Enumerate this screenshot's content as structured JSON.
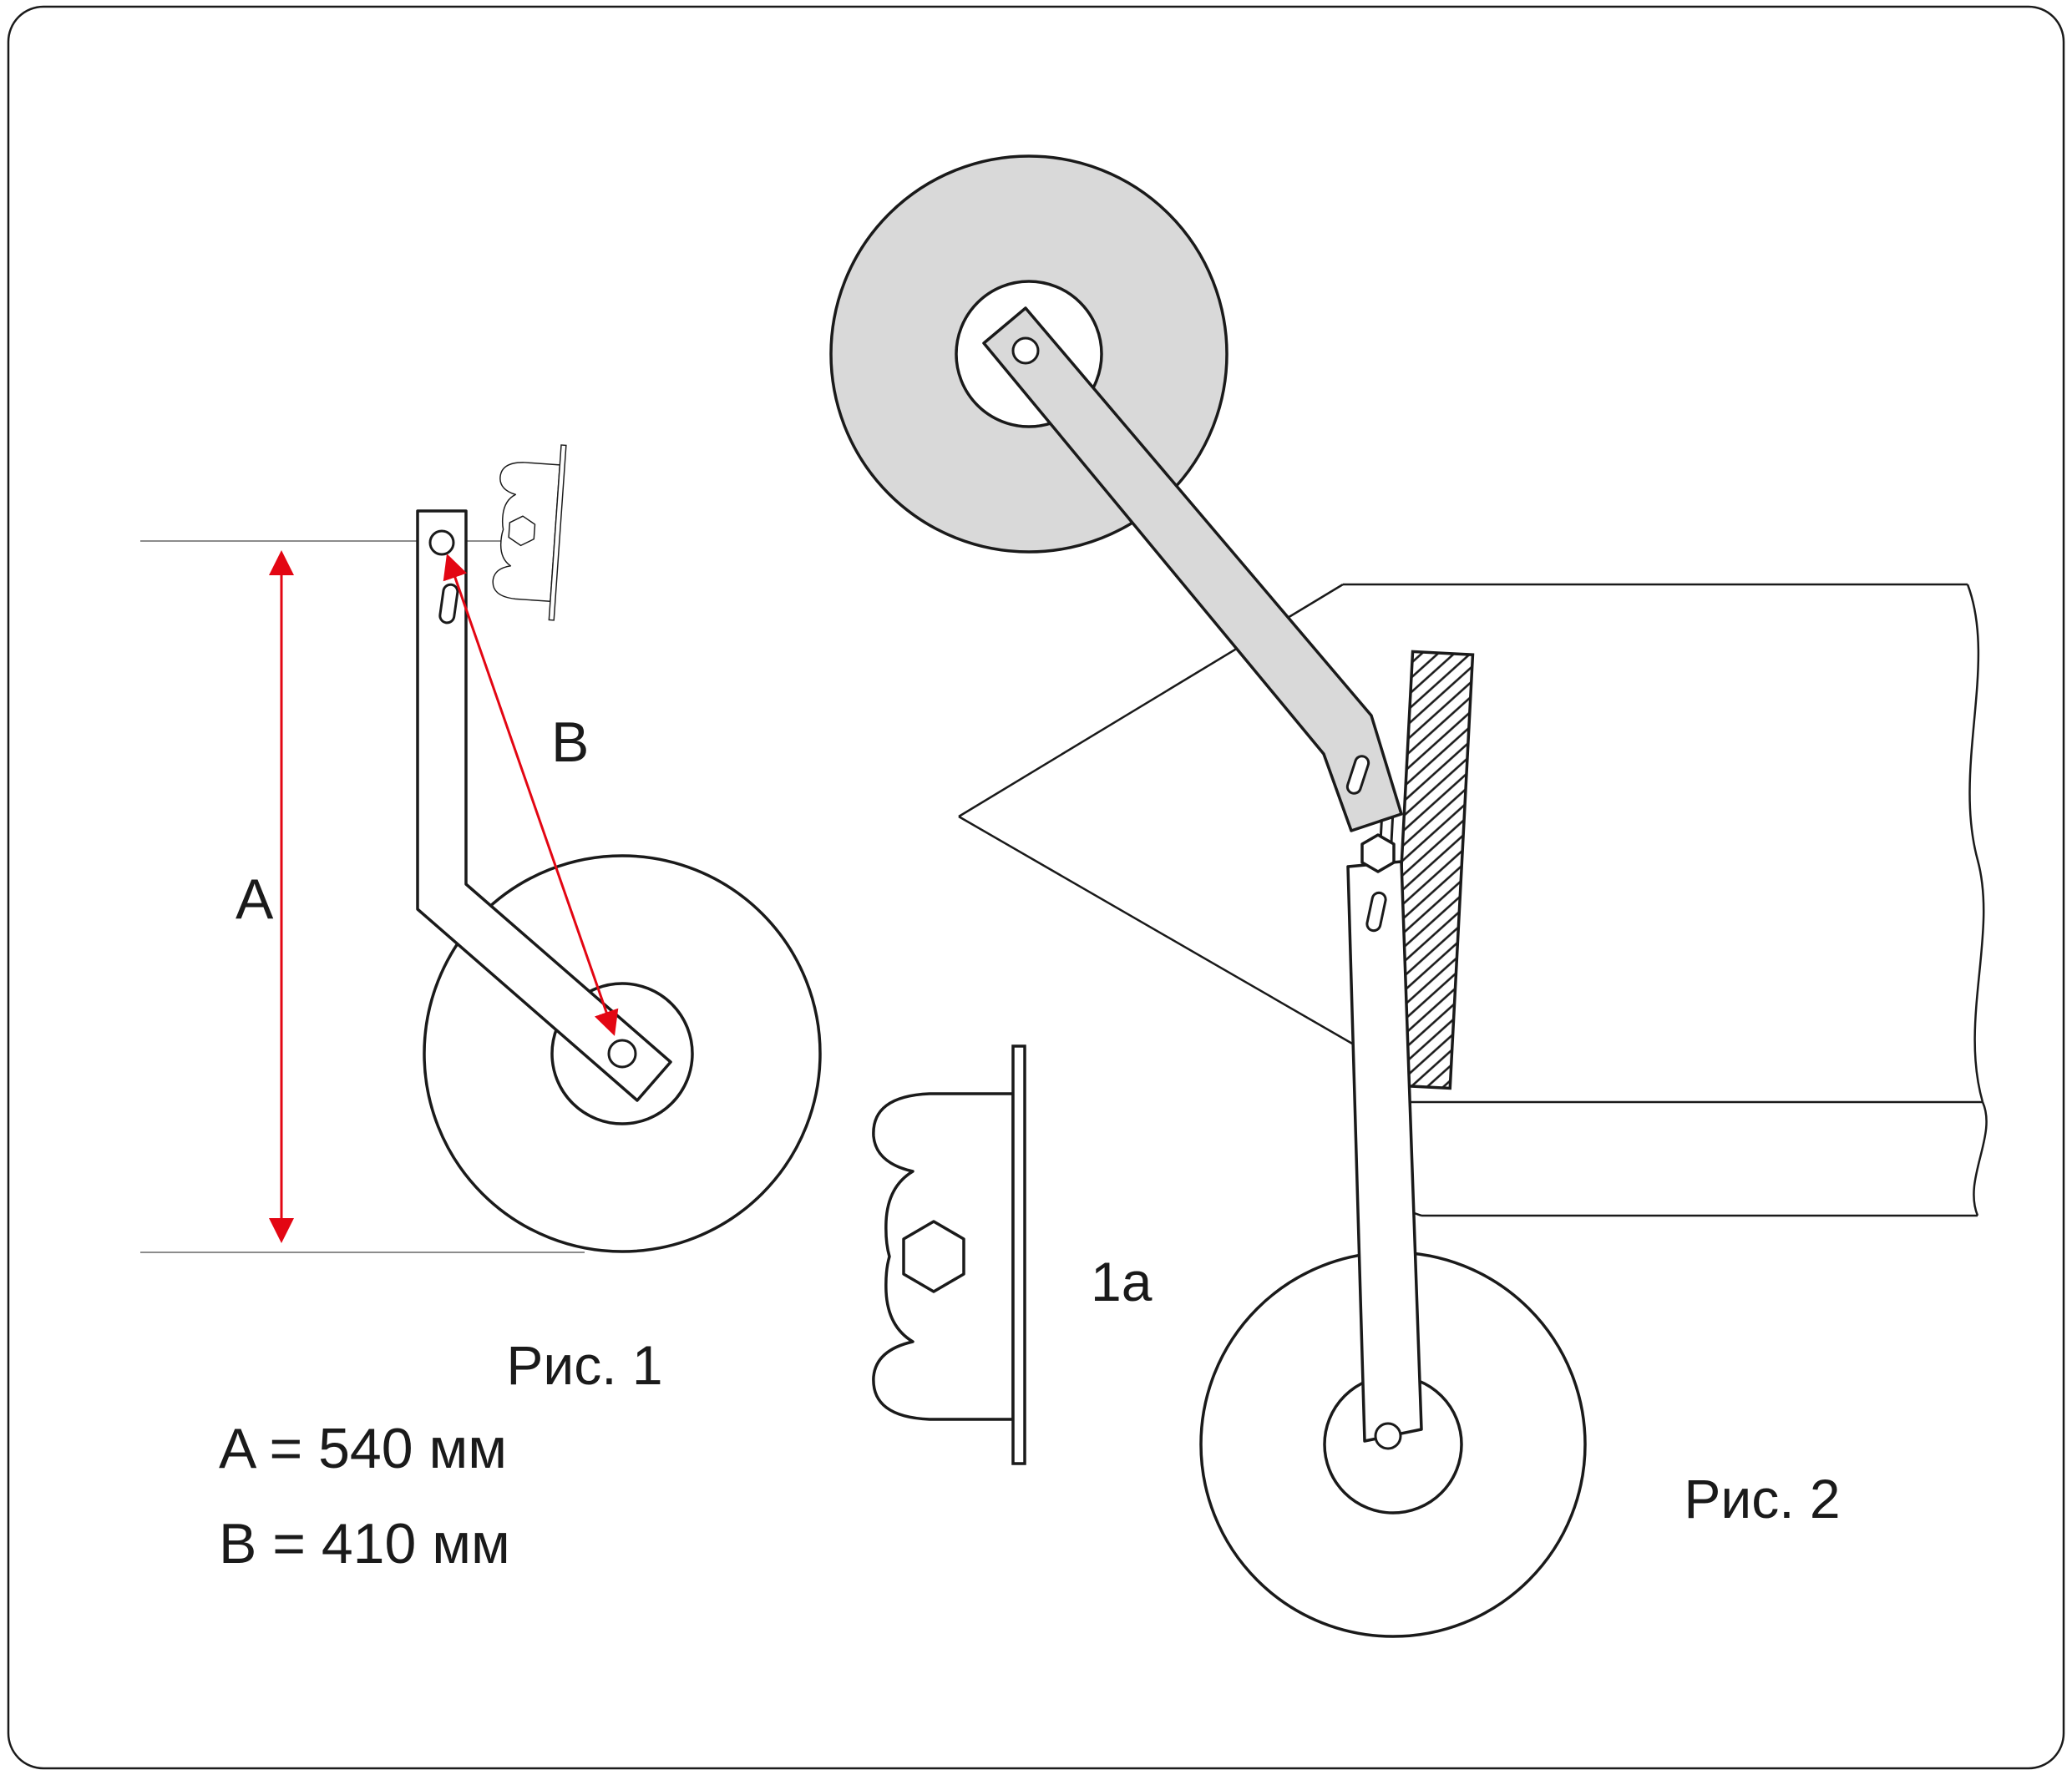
{
  "page": {
    "type": "technical-diagram",
    "subject": "boat transom launching wheel assembly",
    "background": "#ffffff",
    "border_color": "#1a1a1a"
  },
  "colors": {
    "line": "#1a1a1a",
    "reference_line": "#8c8c8c",
    "dimension_red": "#e30613",
    "wheel_gray": "#d9d9d9",
    "white": "#ffffff"
  },
  "figure1": {
    "caption": "Рис. 1",
    "dimension_a": {
      "letter": "A",
      "display": "A = 540 мм"
    },
    "dimension_b": {
      "letter": "B",
      "display": "B = 410 мм"
    }
  },
  "figure2": {
    "caption": "Рис. 2"
  },
  "parts": {
    "bracket_label": "1a"
  },
  "icons": {
    "dimension_arrow": "red double-headed dimension arrow",
    "hex_nut": "hexagon bolt head",
    "hatch": "diagonal section hatching on transom"
  }
}
